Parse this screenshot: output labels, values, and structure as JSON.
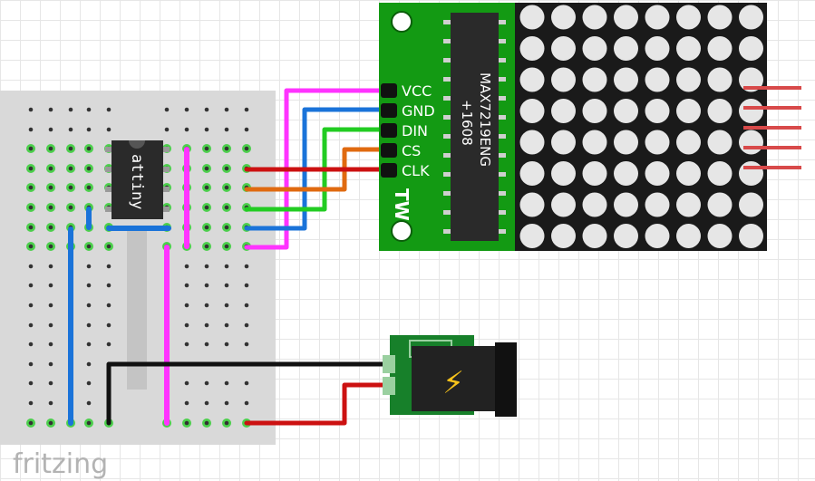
{
  "app": {
    "watermark": "fritzing"
  },
  "chip": {
    "label": "attiny"
  },
  "module": {
    "ic_label_line1": "MAX7219ENG",
    "ic_label_line2": "+1608",
    "logo": "TW",
    "pins": [
      "VCC",
      "GND",
      "DIN",
      "CS",
      "CLK"
    ],
    "matrix": {
      "rows": 8,
      "cols": 8,
      "dot_color": "#e6e6e6",
      "board_color": "#1a1a1a"
    }
  },
  "power_jack": {
    "symbol": "⚡"
  },
  "colors": {
    "vcc_wire": "#ff33ff",
    "gnd_wire": "#1a73d9",
    "din_wire": "#22cc22",
    "cs_wire": "#e06a10",
    "clk_wire": "#cc1111",
    "pcb_green": "#139a13",
    "power_pos": "#cc1111",
    "power_neg": "#111111"
  }
}
